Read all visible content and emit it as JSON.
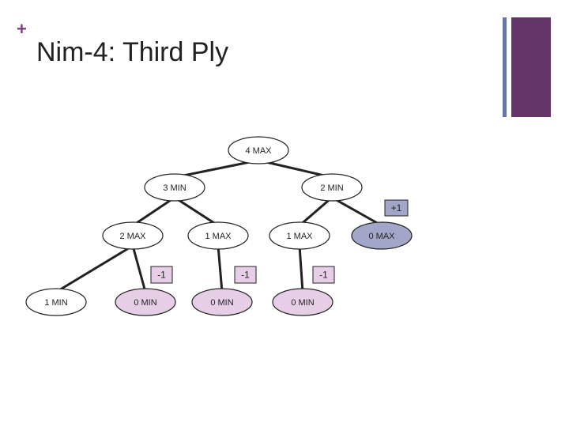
{
  "slide": {
    "title": "Nim-4:  Third Ply",
    "bullet_symbol": "+"
  },
  "colors": {
    "accent_purple": "#653466",
    "accent_blue": "#6b74a8",
    "node_default_fill": "#ffffff",
    "node_pink_fill": "#e6cfe6",
    "node_blue_fill": "#a2a6c8",
    "label_pink_fill": "#e6cfe6",
    "label_blue_fill": "#a2a6c8"
  },
  "tree": {
    "nodes": [
      {
        "id": "n4max",
        "label": "4 MAX",
        "fill": "default"
      },
      {
        "id": "n3min",
        "label": "3 MIN",
        "fill": "default"
      },
      {
        "id": "n2min",
        "label": "2 MIN",
        "fill": "default"
      },
      {
        "id": "n2max",
        "label": "2 MAX",
        "fill": "default"
      },
      {
        "id": "n1maxL",
        "label": "1 MAX",
        "fill": "default"
      },
      {
        "id": "n1maxR",
        "label": "1 MAX",
        "fill": "default"
      },
      {
        "id": "n0max",
        "label": "0 MAX",
        "fill": "blue"
      },
      {
        "id": "n1min",
        "label": "1 MIN",
        "fill": "default"
      },
      {
        "id": "n0minA",
        "label": "0 MIN",
        "fill": "pink"
      },
      {
        "id": "n0minB",
        "label": "0 MIN",
        "fill": "pink"
      },
      {
        "id": "n0minC",
        "label": "0 MIN",
        "fill": "pink"
      }
    ],
    "edges": [
      [
        "n4max",
        "n3min"
      ],
      [
        "n4max",
        "n2min"
      ],
      [
        "n3min",
        "n2max"
      ],
      [
        "n3min",
        "n1maxL"
      ],
      [
        "n2min",
        "n1maxR"
      ],
      [
        "n2min",
        "n0max"
      ],
      [
        "n2max",
        "n1min"
      ],
      [
        "n2max",
        "n0minA"
      ],
      [
        "n1maxL",
        "n0minB"
      ],
      [
        "n1maxR",
        "n0minC"
      ]
    ],
    "value_labels": [
      {
        "id": "v_n0max",
        "text": "+1",
        "fill": "blue"
      },
      {
        "id": "v_n0minA",
        "text": "-1",
        "fill": "pink"
      },
      {
        "id": "v_n0minB",
        "text": "-1",
        "fill": "pink"
      },
      {
        "id": "v_n0minC",
        "text": "-1",
        "fill": "pink"
      }
    ]
  }
}
